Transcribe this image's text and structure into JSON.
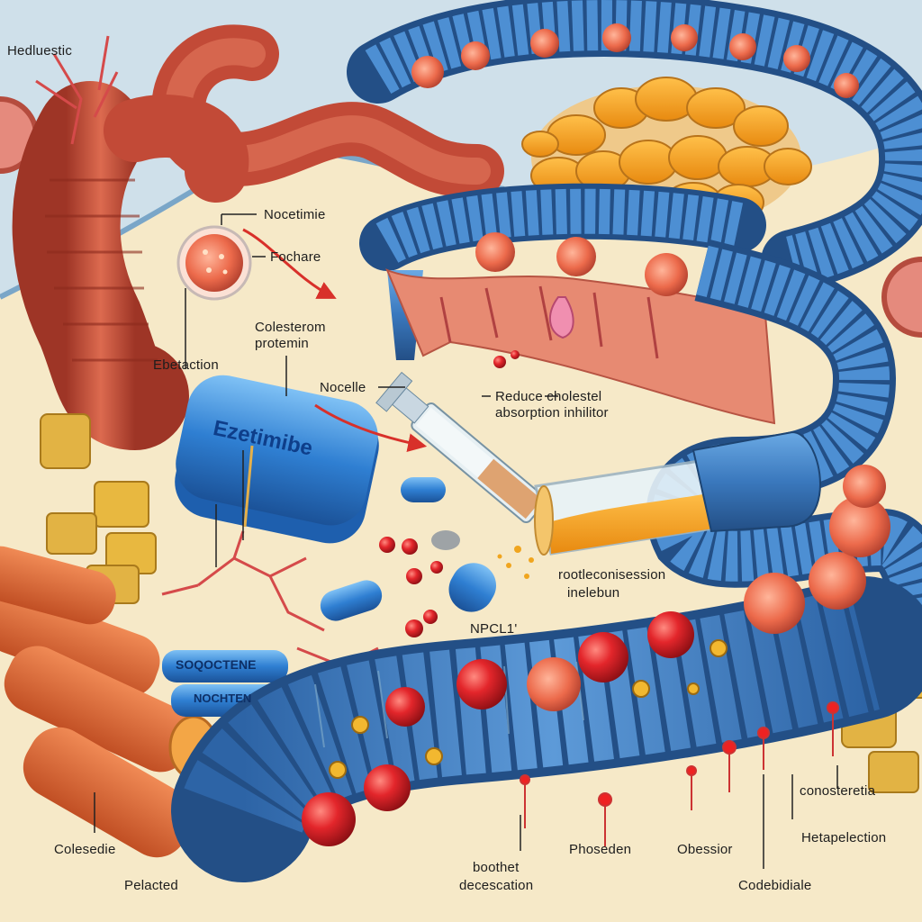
{
  "labels": {
    "top_left": "Hedluestic",
    "nocetimie": "Nocetimie",
    "fochare": "Fochare",
    "colesterom": "Colesterom",
    "protemin": "protemin",
    "ebetaction": "Ebetaction",
    "nocelle": "Nocelle",
    "reduce_line1": "Reduce cholestel",
    "reduce_line2": "absorption inhilitor",
    "pill_name": "Ezetimibe",
    "tablet_upper": "SOQOCTENE",
    "tablet_lower": "NOCHTEN",
    "rootle_line1": "rootleconisession",
    "rootle_line2": "inelebun",
    "npcl": "NPCL1'",
    "conosteretia": "conosteretia",
    "colesedie": "Colesedie",
    "pelacted": "Pelacted",
    "boothet_line1": "boothet",
    "boothet_line2": "decescation",
    "phoseden": "Phoseden",
    "obessior": "Obessior",
    "hetapelection": "Hetapelection",
    "codebidiale": "Codebidiale"
  },
  "colors": {
    "background": "#f6e9c8",
    "intestine_red": "#c9523f",
    "villi_blue": "#3f7fbf",
    "fat_orange": "#e7a94a",
    "cholesterol_red": "#d8232a",
    "pill_blue": "#2f7fd2",
    "arrow_red": "#d8302a"
  },
  "icons": [
    "intestine-tube",
    "villi-band",
    "fat-globule-cluster",
    "micelle-sphere",
    "syringe",
    "vial",
    "pill-capsule",
    "cholesterol-ball"
  ]
}
